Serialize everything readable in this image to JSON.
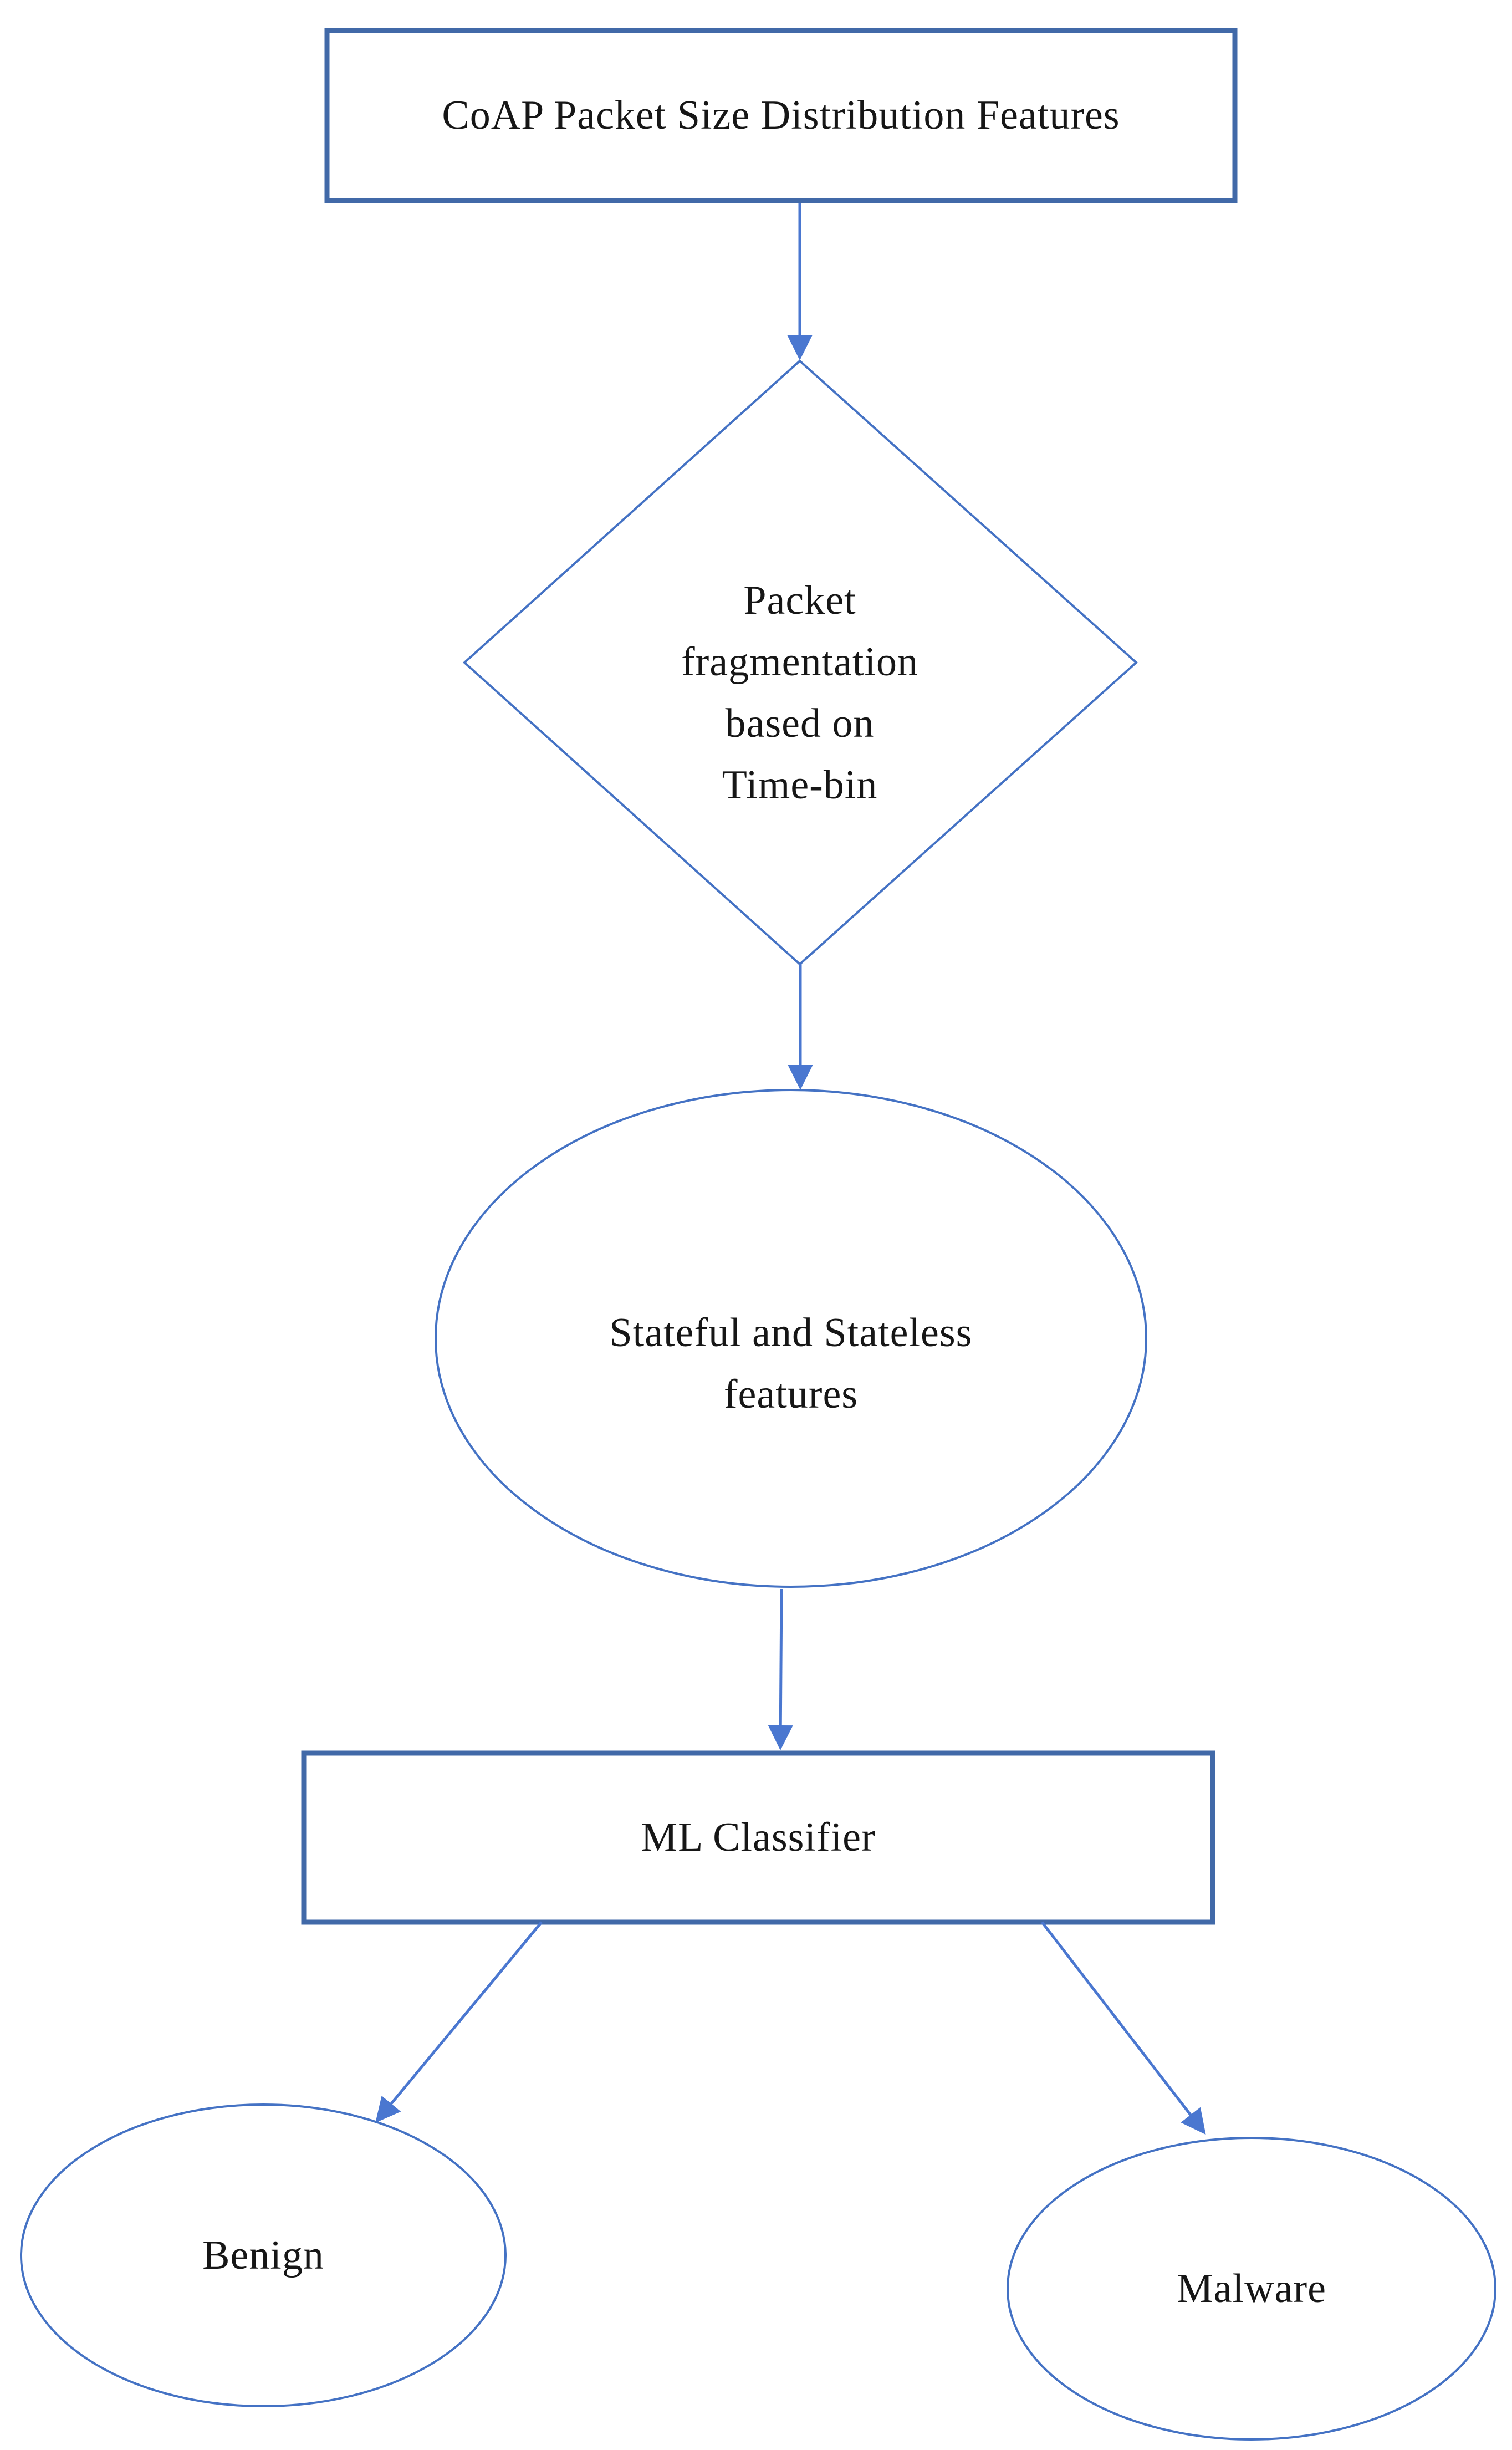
{
  "figure": {
    "background": "#ffffff",
    "colors": {
      "rect_border": "#4169a8",
      "shape_stroke": "#4472c4",
      "arrow_stroke": "#4a77d0",
      "text": "#161616"
    },
    "nodes": {
      "input": {
        "shape": "rectangle",
        "label": "CoAP Packet Size Distribution Features"
      },
      "decision": {
        "shape": "diamond",
        "lines": [
          "Packet",
          "fragmentation",
          "based on",
          "Time-bin"
        ]
      },
      "features": {
        "shape": "ellipse",
        "lines": [
          "Stateful and Stateless",
          "features"
        ]
      },
      "classifier": {
        "shape": "rectangle",
        "label": "ML Classifier"
      },
      "benign": {
        "shape": "ellipse",
        "label": "Benign"
      },
      "malware": {
        "shape": "ellipse",
        "label": "Malware"
      }
    },
    "edges": [
      {
        "from": "input",
        "to": "decision"
      },
      {
        "from": "decision",
        "to": "features"
      },
      {
        "from": "features",
        "to": "classifier"
      },
      {
        "from": "classifier",
        "to": "benign"
      },
      {
        "from": "classifier",
        "to": "malware"
      }
    ]
  }
}
